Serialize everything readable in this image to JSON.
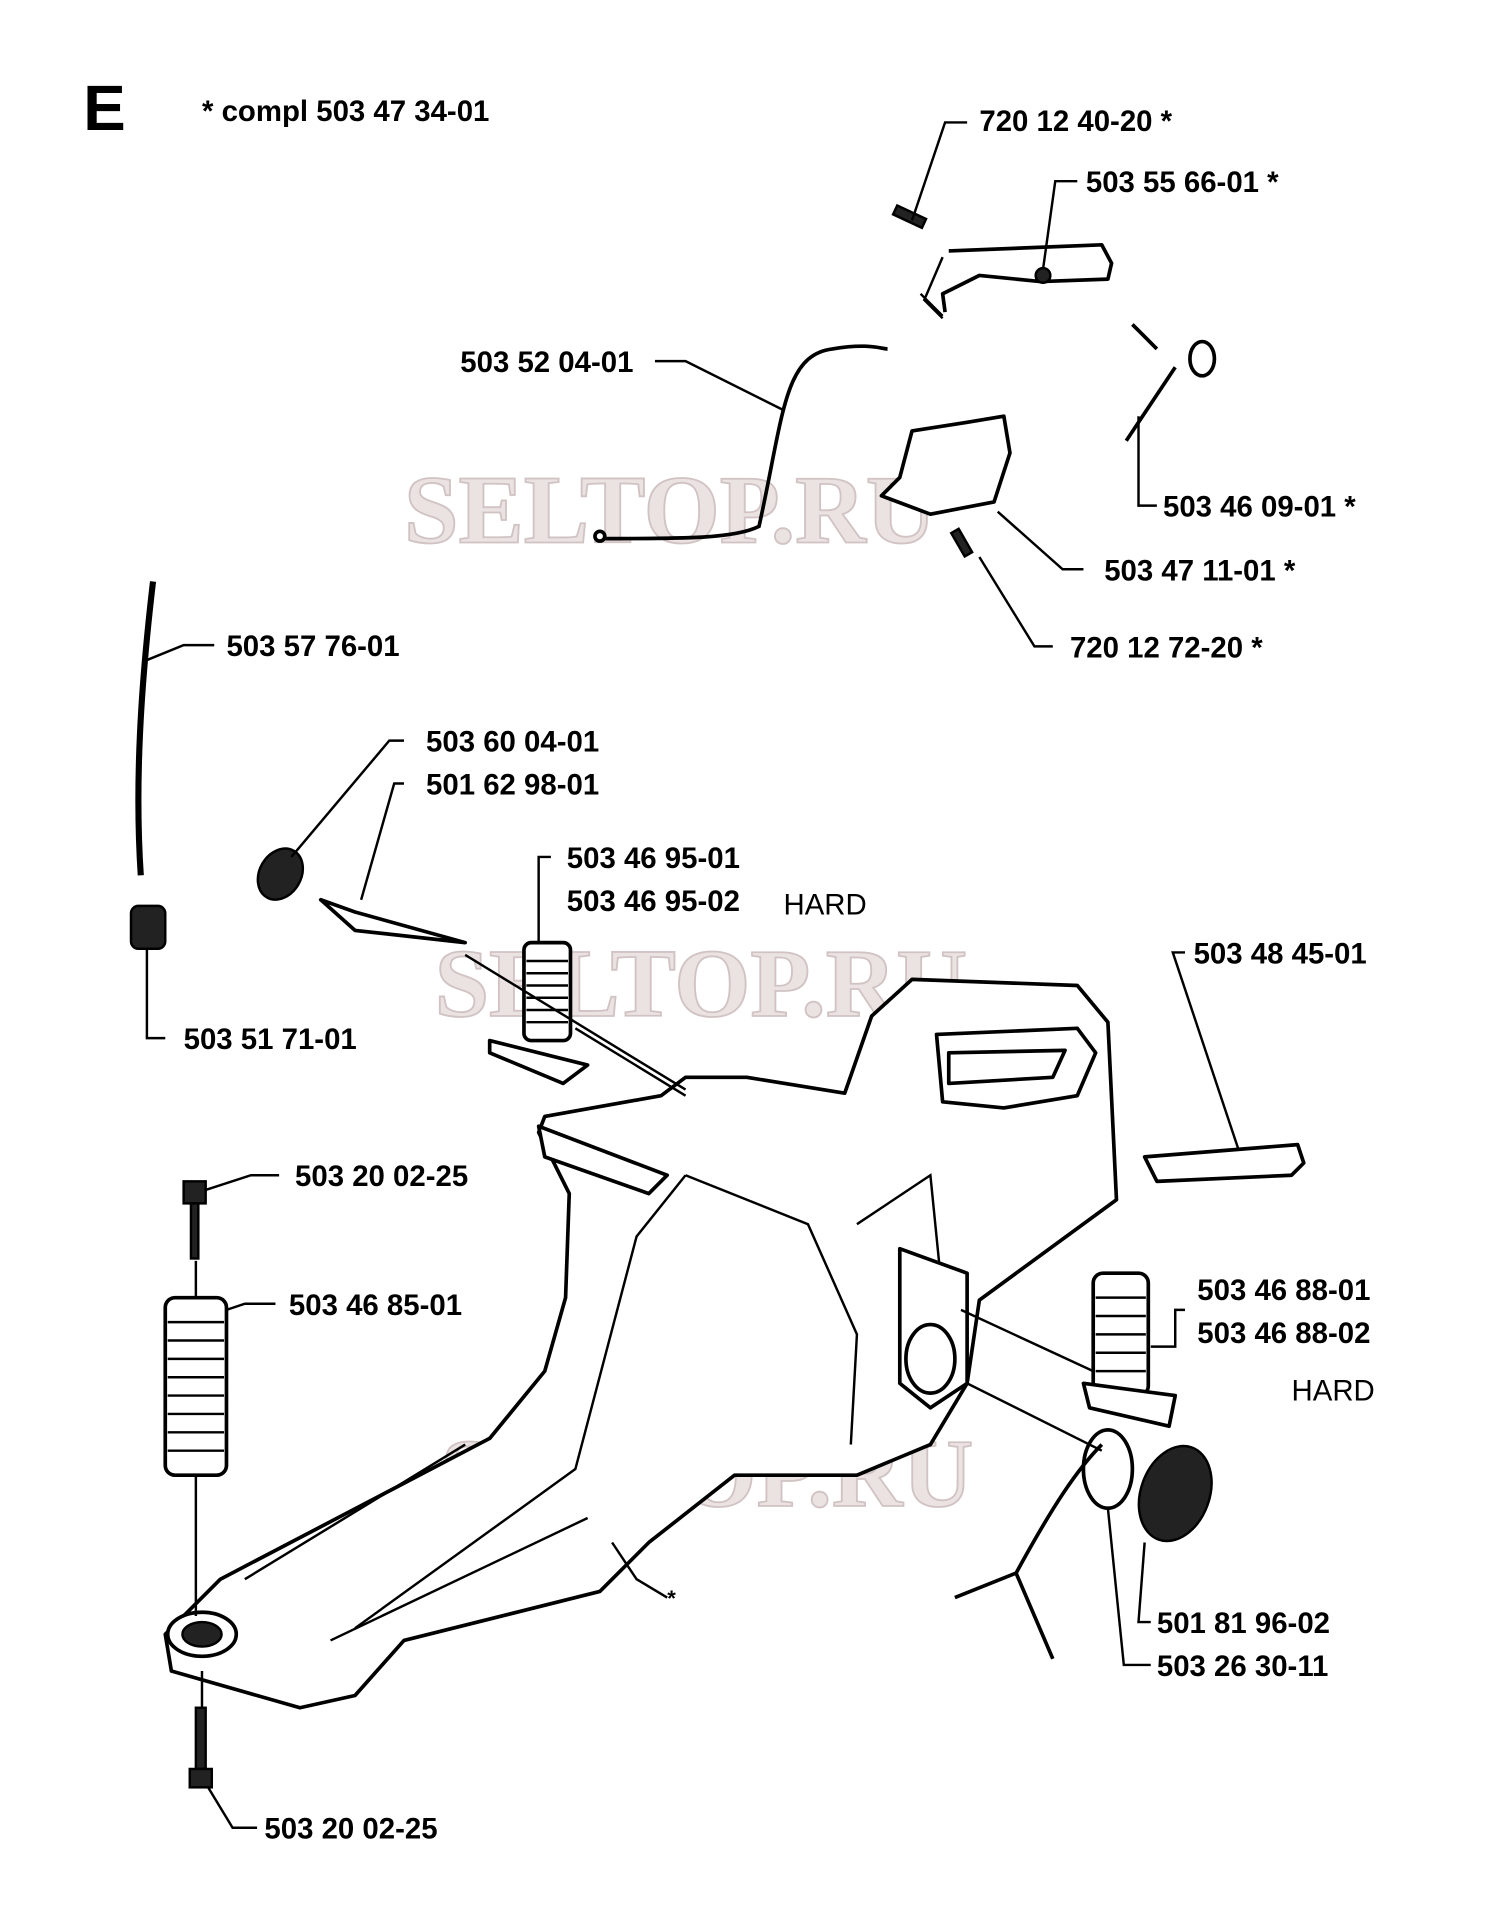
{
  "section_letter": "E",
  "compl_note": "* compl 503 47 34-01",
  "watermark": "SELTOP.RU",
  "labels": {
    "pin_top": "720 12 40-20  *",
    "throttle_trigger": "503 55 66-01  *",
    "cable": "503 52 04-01",
    "spring": "503 46 09-01  *",
    "trigger_lockout": "503 47 11-01  *",
    "pin_lower": "720 12 72-20  *",
    "fuel_hose": "503 57 76-01",
    "filter_cap": "503 60 04-01",
    "tank_vent": "501 62 98-01",
    "av_spring_top_1": "503 46 95-01",
    "av_spring_top_2": "503 46 95-02",
    "hard_1": "HARD",
    "grip_cover": "503 48 45-01",
    "fuel_filter": "503 51 71-01",
    "screw_top": "503 20 02-25",
    "av_spring_left": "503 46 85-01",
    "av_spring_right_1": "503 46 88-01",
    "av_spring_right_2": "503 46 88-02",
    "hard_2": "HARD",
    "housing_star": "*",
    "tank_cap": "501 81 96-02",
    "o_ring": "503 26 30-11",
    "screw_bottom": "503 20 02-25"
  }
}
